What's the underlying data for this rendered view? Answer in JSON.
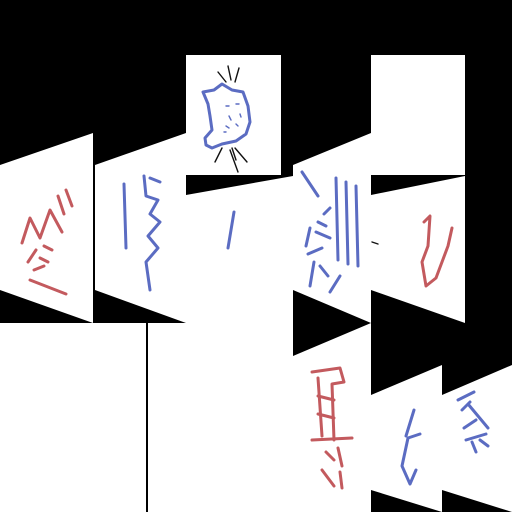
{
  "game": {
    "cards": [
      {
        "id": "card-top-cat",
        "color": "blue",
        "face": "up",
        "drawing": "cat-face"
      },
      {
        "id": "card-top-right-blank",
        "color": "none",
        "face": "blank"
      },
      {
        "id": "card-row2-1",
        "color": "red",
        "face": "up",
        "drawing": "scribble"
      },
      {
        "id": "card-row2-2",
        "color": "blue",
        "face": "up",
        "drawing": "bracket"
      },
      {
        "id": "card-row2-3",
        "color": "blue",
        "face": "up",
        "drawing": "stroke"
      },
      {
        "id": "card-row2-4",
        "color": "blue",
        "face": "up",
        "drawing": "tally"
      },
      {
        "id": "card-row2-5",
        "color": "red",
        "face": "up",
        "drawing": "squiggle"
      },
      {
        "id": "card-row3-1",
        "color": "none",
        "face": "blank"
      },
      {
        "id": "card-row3-2",
        "color": "none",
        "face": "blank"
      },
      {
        "id": "card-row3-3",
        "color": "red",
        "face": "up",
        "drawing": "ladder"
      },
      {
        "id": "card-row3-4",
        "color": "blue",
        "face": "up",
        "drawing": "hook"
      },
      {
        "id": "card-row3-5",
        "color": "blue",
        "face": "up",
        "drawing": "lines"
      }
    ],
    "colors": {
      "background": "#000000",
      "card": "#ffffff",
      "blue": "#5b6cc2",
      "red": "#c35a5e",
      "ink": "#111111"
    }
  }
}
